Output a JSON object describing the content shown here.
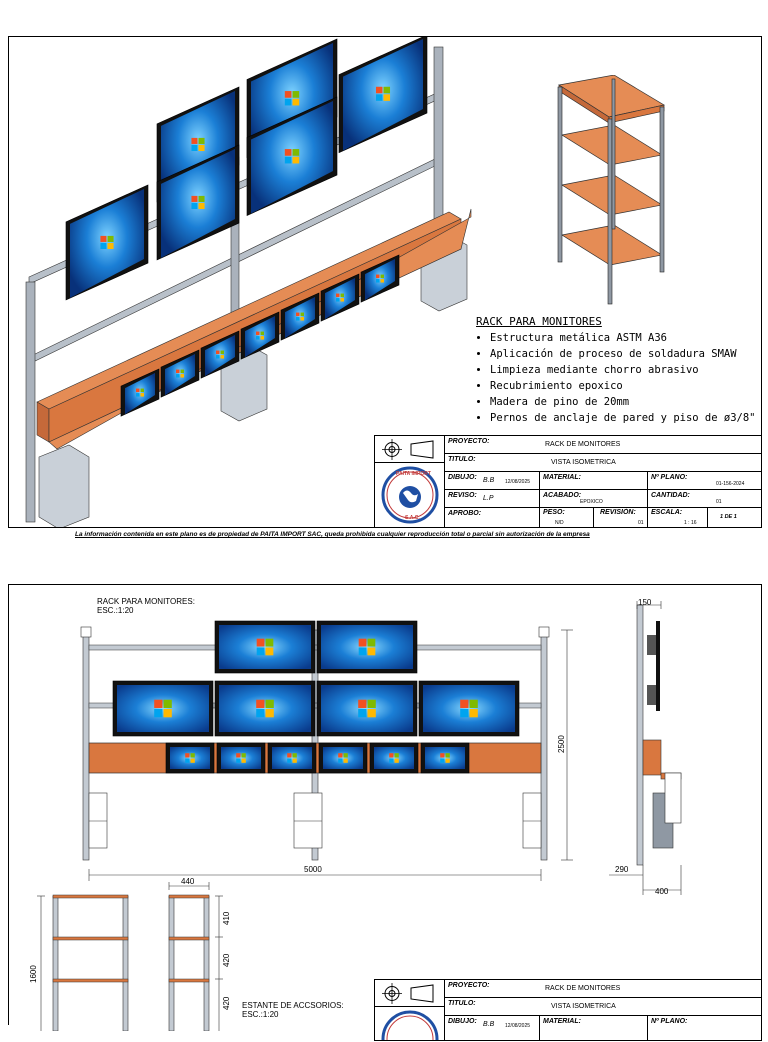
{
  "sheet1": {
    "specs_title": "RACK PARA MONITORES",
    "specs": [
      "Estructura metálica ASTM A36",
      "Aplicación de proceso de soldadura SMAW",
      "Limpieza mediante chorro abrasivo",
      "Recubrimiento epoxico",
      "Madera de pino de 20mm",
      "Pernos de anclaje de pared y piso de ø3/8\""
    ],
    "titleblock": {
      "proyecto_label": "PROYECTO:",
      "proyecto": "RACK DE MONITORES",
      "titulo_label": "TITULO:",
      "titulo": "VISTA ISOMETRICA",
      "dibujo_label": "DIBUJO:",
      "dibujo": "B.B",
      "dibujo_fecha": "12/08/2025",
      "material_label": "MATERIAL:",
      "plano_label": "Nº PLANO:",
      "plano": "01-156-2024",
      "reviso_label": "REVISO:",
      "reviso": "L.P",
      "acabado_label": "ACABADO:",
      "acabado": "EPOXICO",
      "cantidad_label": "CANTIDAD:",
      "cantidad": "01",
      "aprobo_label": "APROBO:",
      "peso_label": "PESO:",
      "peso": "N/D",
      "revision_label": "REVISIÓN:",
      "revision": "01",
      "escala_label": "ESCALA:",
      "escala": "1 : 16",
      "hoja": "1 DE 1",
      "logo_top": "PAITA IMPORT",
      "logo_bottom": "S.A.C."
    }
  },
  "footer": "La información contenida en este plano es de propiedad de PAITA IMPORT SAC, queda prohibida cualquier reproducción total o parcial sin autorización de la empresa",
  "sheet2": {
    "rack_title": "RACK PARA MONITORES:",
    "rack_scale": "ESC.:1:20",
    "dim_height": "2500",
    "dim_width": "5000",
    "dim_150": "150",
    "dim_290": "290",
    "dim_400": "400",
    "dim_440": "440",
    "dim_410": "410",
    "dim_420a": "420",
    "dim_420b": "420",
    "dim_1600": "1600",
    "shelf_title": "ESTANTE DE ACCSORIOS:",
    "shelf_scale": "ESC.:1:20",
    "titleblock": {
      "proyecto_label": "PROYECTO:",
      "proyecto": "RACK DE MONITORES",
      "titulo_label": "TITULO:",
      "titulo": "VISTA ISOMETRICA",
      "dibujo_label": "DIBUJO:",
      "dibujo": "B.B",
      "dibujo_fecha": "12/08/2025",
      "material_label": "MATERIAL:",
      "plano_label": "Nº PLANO:"
    }
  },
  "colors": {
    "wood": "#d9773f",
    "steel": "#aab2bc",
    "screen": "#1b7fd6",
    "logo_blue": "#1f4fa3",
    "logo_red": "#c23a3a"
  }
}
